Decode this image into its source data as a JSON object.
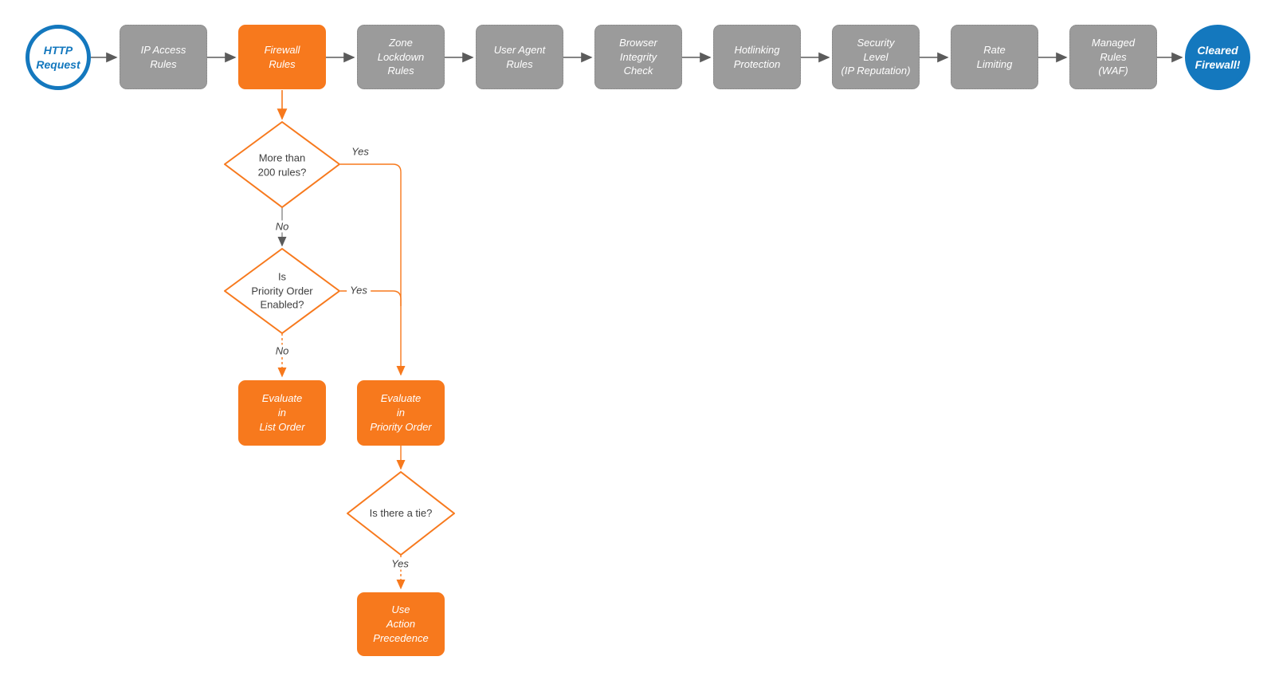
{
  "flow": {
    "title": "Cloudflare firewall request evaluation flowchart",
    "start": {
      "label": "HTTP\nRequest",
      "shape": "circle",
      "color": "#1478be"
    },
    "end": {
      "label": "Cleared\nFirewall!",
      "shape": "circle",
      "color": "#1478be"
    },
    "pipeline": [
      {
        "label": "IP Access\nRules",
        "style": "gray"
      },
      {
        "label": "Firewall\nRules",
        "style": "orange"
      },
      {
        "label": "Zone\nLockdown\nRules",
        "style": "gray"
      },
      {
        "label": "User Agent\nRules",
        "style": "gray"
      },
      {
        "label": "Browser\nIntegrity\nCheck",
        "style": "gray"
      },
      {
        "label": "Hotlinking\nProtection",
        "style": "gray"
      },
      {
        "label": "Security\nLevel\n(IP Reputation)",
        "style": "gray"
      },
      {
        "label": "Rate\nLimiting",
        "style": "gray"
      },
      {
        "label": "Managed\nRules\n(WAF)",
        "style": "gray"
      }
    ],
    "decisions": [
      {
        "label": "More than\n200 rules?"
      },
      {
        "label": "Is\nPriority Order\nEnabled?"
      },
      {
        "label": "Is there a tie?"
      }
    ],
    "actions": [
      {
        "label": "Evaluate\nin\nList Order"
      },
      {
        "label": "Evaluate\nin\nPriority Order"
      },
      {
        "label": "Use\nAction\nPrecedence"
      }
    ],
    "edge_labels": {
      "d1_yes": "Yes",
      "d1_no": "No",
      "d2_yes": "Yes",
      "d2_no": "No",
      "d3_yes": "Yes"
    },
    "colors": {
      "orange": "#f7791d",
      "gray_fill": "#9b9b9b",
      "blue": "#1478be",
      "connector_gray": "#5b5b5b",
      "text_dark": "#3e3e3e",
      "node_text": "#ffffff"
    }
  }
}
